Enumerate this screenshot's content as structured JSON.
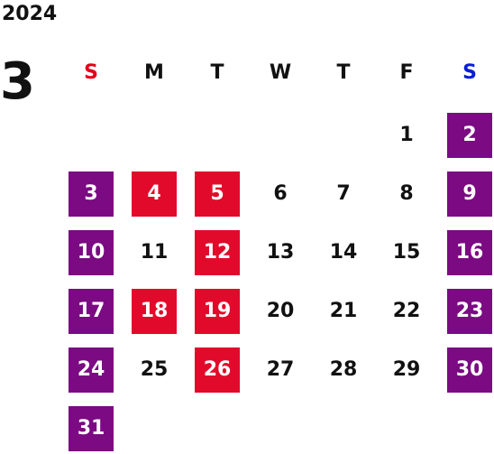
{
  "year": "2024",
  "month": "3",
  "colors": {
    "sunday_header": "#e2001a",
    "saturday_header": "#0a1ed6",
    "weekend_bg": "#7b0a83",
    "highlight_bg": "#e20a2a"
  },
  "weekdays": [
    {
      "label": "S",
      "kind": "sun"
    },
    {
      "label": "M",
      "kind": "wd"
    },
    {
      "label": "T",
      "kind": "wd"
    },
    {
      "label": "W",
      "kind": "wd"
    },
    {
      "label": "T",
      "kind": "wd"
    },
    {
      "label": "F",
      "kind": "wd"
    },
    {
      "label": "S",
      "kind": "sat"
    }
  ],
  "weeks": [
    [
      null,
      null,
      null,
      null,
      null,
      {
        "d": "1",
        "t": "plain"
      },
      {
        "d": "2",
        "t": "purple"
      }
    ],
    [
      {
        "d": "3",
        "t": "purple"
      },
      {
        "d": "4",
        "t": "red"
      },
      {
        "d": "5",
        "t": "red"
      },
      {
        "d": "6",
        "t": "plain"
      },
      {
        "d": "7",
        "t": "plain"
      },
      {
        "d": "8",
        "t": "plain"
      },
      {
        "d": "9",
        "t": "purple"
      }
    ],
    [
      {
        "d": "10",
        "t": "purple"
      },
      {
        "d": "11",
        "t": "plain"
      },
      {
        "d": "12",
        "t": "red"
      },
      {
        "d": "13",
        "t": "plain"
      },
      {
        "d": "14",
        "t": "plain"
      },
      {
        "d": "15",
        "t": "plain"
      },
      {
        "d": "16",
        "t": "purple"
      }
    ],
    [
      {
        "d": "17",
        "t": "purple"
      },
      {
        "d": "18",
        "t": "red"
      },
      {
        "d": "19",
        "t": "red"
      },
      {
        "d": "20",
        "t": "plain"
      },
      {
        "d": "21",
        "t": "plain"
      },
      {
        "d": "22",
        "t": "plain"
      },
      {
        "d": "23",
        "t": "purple"
      }
    ],
    [
      {
        "d": "24",
        "t": "purple"
      },
      {
        "d": "25",
        "t": "plain"
      },
      {
        "d": "26",
        "t": "red"
      },
      {
        "d": "27",
        "t": "plain"
      },
      {
        "d": "28",
        "t": "plain"
      },
      {
        "d": "29",
        "t": "plain"
      },
      {
        "d": "30",
        "t": "purple"
      }
    ],
    [
      {
        "d": "31",
        "t": "purple"
      },
      null,
      null,
      null,
      null,
      null,
      null
    ]
  ]
}
